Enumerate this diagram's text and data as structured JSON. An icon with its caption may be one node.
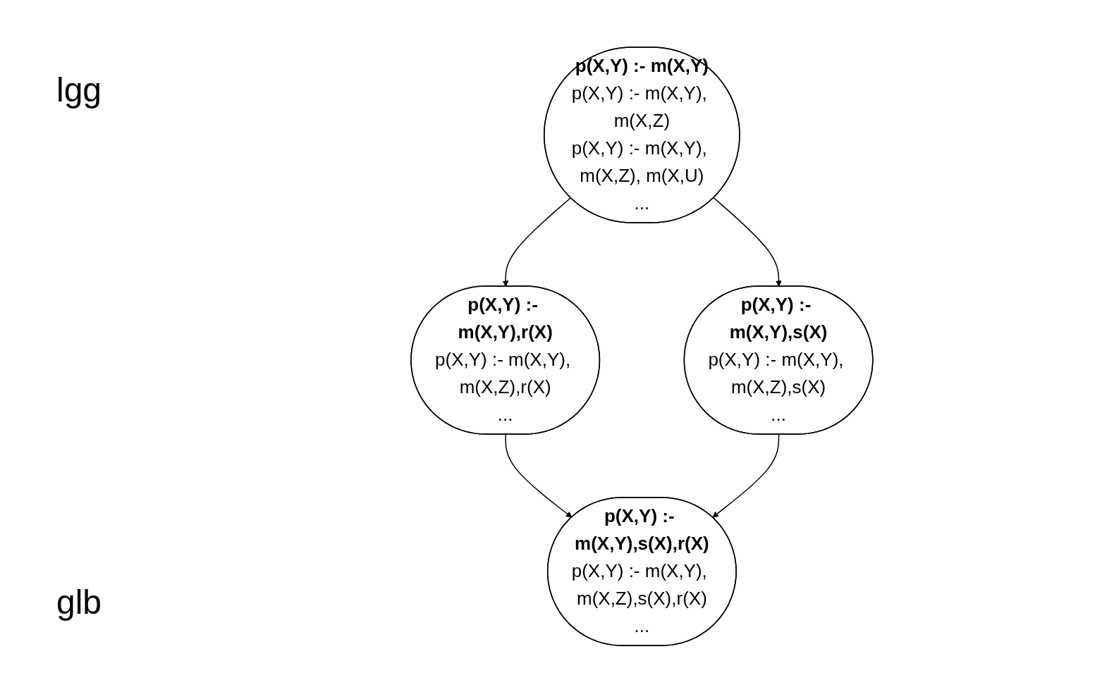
{
  "diagram": {
    "nodes": [
      {
        "text": [
          "p(X,Y) :- m(X,Y)",
          "p(X,Y) :- m(X,Y), m(X,Z)",
          "p(X,Y) :- m(X,Y), m(X,Z), m(X,U)",
          "..."
        ]
      },
      {
        "text": [
          "p(X,Y) :- m(X,Y),r(X)",
          "p(X,Y) :- m(X,Y), m(X,Z),r(X)",
          "..."
        ]
      },
      {
        "text": [
          "p(X,Y) :- m(X,Y),s(X)",
          "p(X,Y) :- m(X,Y), m(X,Z),s(X)",
          "..."
        ]
      },
      {
        "text": [
          "p(X,Y) :- m(X,Y),s(X),r(X)",
          "p(X,Y) :- m(X,Y), m(X,Z),s(X),r(X)",
          "..."
        ]
      }
    ],
    "edges": [
      {
        "from": 0,
        "to": 1,
        "arrow": "to"
      },
      {
        "from": 0,
        "to": 2,
        "arrow": "to"
      },
      {
        "from": 1,
        "to": 3,
        "arrow": "to"
      },
      {
        "from": 2,
        "to": 3,
        "arrow": "to"
      }
    ],
    "labels": [
      "lgg",
      "glb"
    ]
  }
}
